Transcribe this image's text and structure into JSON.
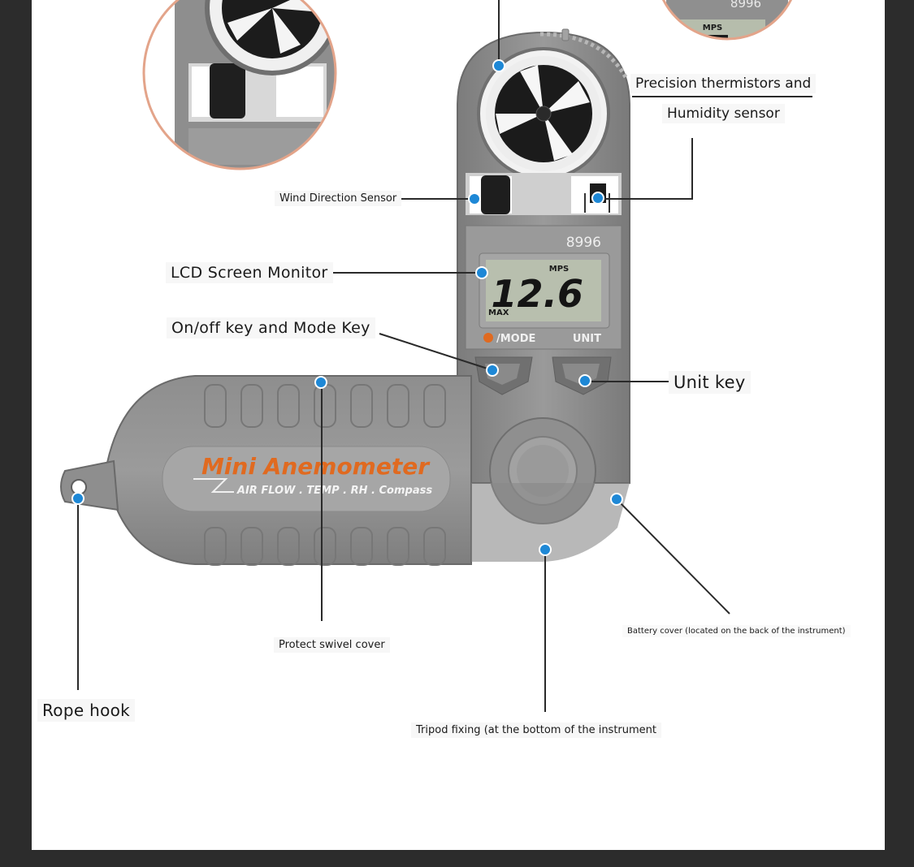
{
  "device": {
    "model": "8996",
    "display_unit": "MPS",
    "display_value": "12.6",
    "display_mode": "MAX",
    "mode_key": "/MODE",
    "unit_key": "UNIT",
    "inset_model": "8996",
    "inset_unit": "MPS",
    "brand_title": "Mini Anemometer",
    "brand_subtitle": "AIR FLOW . TEMP . RH . Compass"
  },
  "colors": {
    "body": "#8a8a8a",
    "brand_text": "#e06a20",
    "callout_dot": "#1e88d6",
    "inset_circle": "#e3a48a",
    "lcd": "#b8bfae"
  },
  "callouts": {
    "thermistor_line1": "Precision thermistors and",
    "thermistor_line2": "Humidity sensor",
    "wind_direction": "Wind Direction Sensor",
    "lcd": "LCD Screen Monitor",
    "onoff": "On/off key and Mode Key",
    "unit": "Unit key",
    "battery": "Battery cover (located on the back of the instrument)",
    "swivel": "Protect swivel cover",
    "rope": "Rope hook",
    "tripod": "Tripod fixing (at the bottom of the instrument"
  }
}
